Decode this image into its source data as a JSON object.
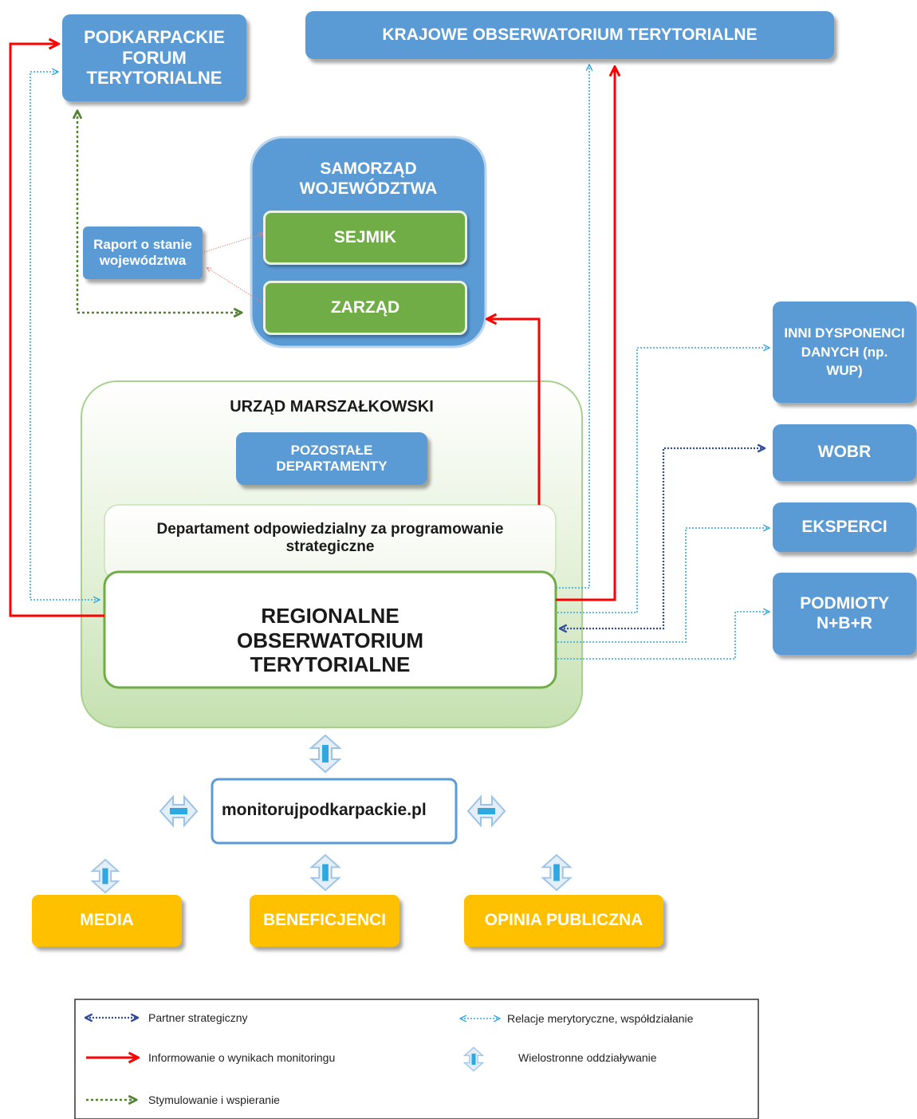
{
  "nodes": {
    "podkarpackie_forum": "PODKARPACKIE FORUM TERYTORIALNE",
    "krajowe_obserwatorium": "KRAJOWE OBSERWATORIUM TERYTORIALNE",
    "samorzad": "SAMORZĄD WOJEWÓDZTWA",
    "sejmik": "SEJMIK",
    "zarzad": "ZARZĄD",
    "raport": "Raport o stanie województwa",
    "urzad": "URZĄD MARSZAŁKOWSKI",
    "pozostale": "POZOSTAŁE DEPARTAMENTY",
    "departament": "Departament odpowiedzialny za programowanie strategiczne",
    "rot": "REGIONALNE OBSERWATORIUM TERYTORIALNE",
    "inni": "INNI DYSPONENCI DANYCH (np. WUP)",
    "wobr": "WOBR",
    "eksperci": "EKSPERCI",
    "podmioty": "PODMIOTY N+B+R",
    "portal": "monitorujpodkarpackie.pl",
    "media": "MEDIA",
    "beneficjenci": "BENEFICJENCI",
    "opinia": "OPINIA PUBLICZNA"
  },
  "legend": {
    "partner": "Partner strategiczny",
    "informowanie": "Informowanie o wynikach monitoringu",
    "stymulowanie": "Stymulowanie i wspieranie",
    "relacje": "Relacje merytoryczne, współdziałanie",
    "wielostronne": "Wielostronne oddziaływanie"
  },
  "colors": {
    "blue_box": "#5b9bd5",
    "green_box": "#70ad47",
    "orange_box": "#ffc000",
    "red_arrow": "#ff0000",
    "light_blue_dotted": "#2ea8e0",
    "dark_blue_dotted": "#2f4b9a",
    "green_dotted": "#548235",
    "exchange_icon": "#9dc3e6"
  }
}
